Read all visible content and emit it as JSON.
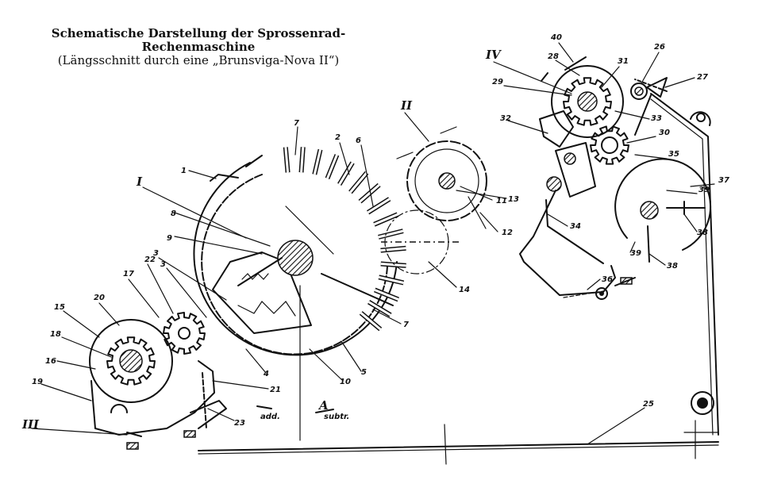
{
  "title": {
    "line1": "Schematische Darstellung der Sprossenrad-",
    "line2": "Rechenmaschine",
    "line3": "(Längsschnitt durch eine „Brunsviga-Nova II“)"
  },
  "sections": [
    "I",
    "II",
    "III",
    "IV"
  ],
  "part_numbers": [
    "1",
    "2",
    "3",
    "3",
    "4",
    "5",
    "6",
    "7",
    "7",
    "8",
    "9",
    "10",
    "11",
    "12",
    "13",
    "14",
    "15",
    "16",
    "17",
    "18",
    "19",
    "20",
    "21",
    "22",
    "23",
    "25",
    "26",
    "27",
    "28",
    "29",
    "30",
    "31",
    "32",
    "33",
    "34",
    "35",
    "36",
    "37",
    "38",
    "38",
    "39",
    "39",
    "40"
  ],
  "annotations": {
    "add": "add.",
    "subtr_letter": "A",
    "subtr": "subtr."
  }
}
